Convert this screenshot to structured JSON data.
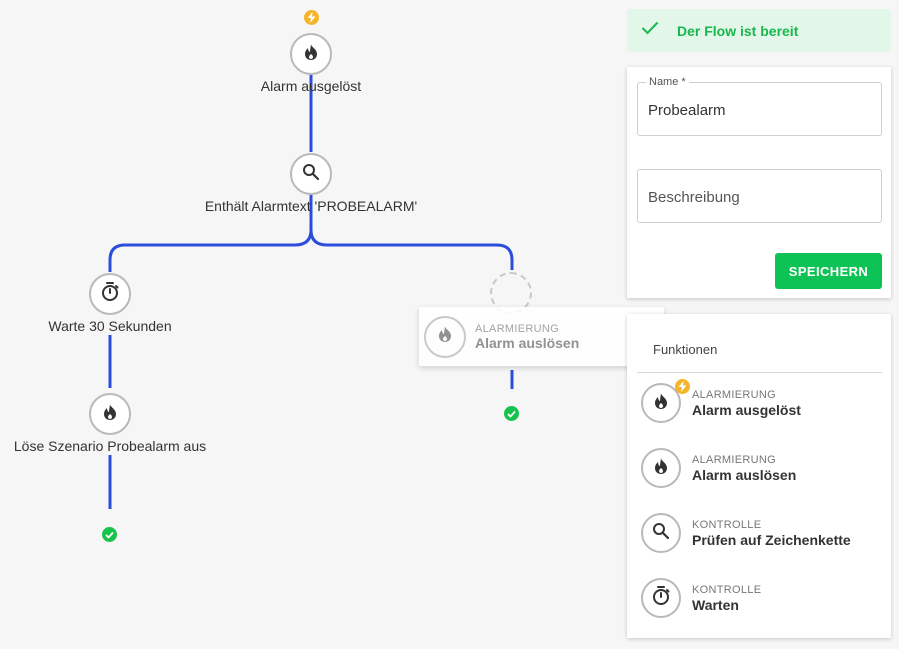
{
  "flow": {
    "nodes": {
      "trigger": {
        "label": "Alarm ausgelöst",
        "icon": "flame-icon",
        "badge": "bolt-icon"
      },
      "check": {
        "label": "Enthält Alarmtext 'PROBEALARM'",
        "icon": "search-icon"
      },
      "wait": {
        "label": "Warte 30 Sekunden",
        "icon": "timer-icon"
      },
      "scenario": {
        "label": "Löse Szenario Probealarm aus",
        "icon": "flame-icon"
      },
      "placeholder": {
        "icon": "empty-slot"
      }
    },
    "end_markers": [
      "check-circle-icon",
      "check-circle-icon"
    ],
    "line_color": "#2b4ddb"
  },
  "drag_preview": {
    "category": "ALARMIERUNG",
    "title": "Alarm auslösen",
    "icon": "flame-icon"
  },
  "status": {
    "text": "Der Flow ist bereit",
    "icon": "check-icon",
    "color": "#18b84b"
  },
  "form": {
    "name_label": "Name *",
    "name_value": "Probealarm",
    "description_placeholder": "Beschreibung",
    "save_label": "SPEICHERN"
  },
  "functions": {
    "header": "Funktionen",
    "items": [
      {
        "category": "ALARMIERUNG",
        "title": "Alarm ausgelöst",
        "icon": "flame-icon",
        "badge": "bolt-icon"
      },
      {
        "category": "ALARMIERUNG",
        "title": "Alarm auslösen",
        "icon": "flame-icon"
      },
      {
        "category": "KONTROLLE",
        "title": "Prüfen auf Zeichenkette",
        "icon": "search-icon"
      },
      {
        "category": "KONTROLLE",
        "title": "Warten",
        "icon": "timer-icon"
      }
    ]
  }
}
